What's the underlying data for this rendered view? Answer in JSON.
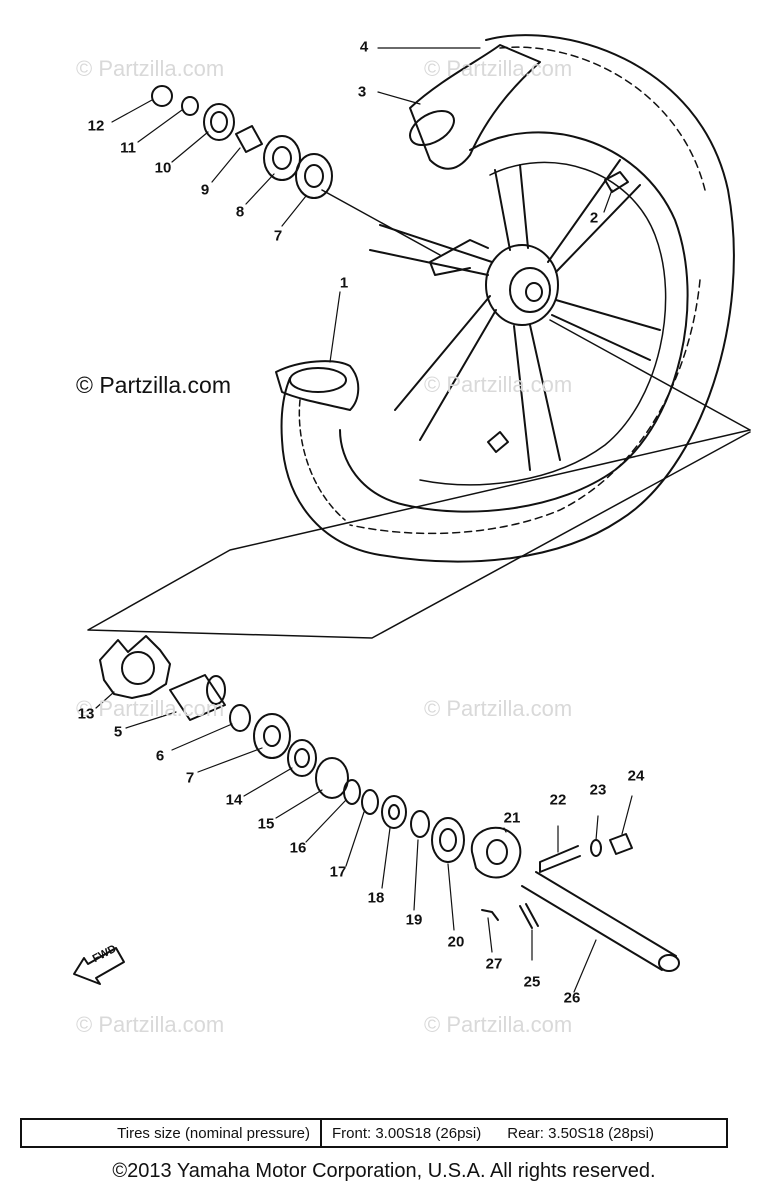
{
  "watermarks": {
    "text": "© Partzilla.com",
    "prominent": "© Partzilla.com"
  },
  "callouts": [
    {
      "id": "12",
      "label": "12"
    },
    {
      "id": "11",
      "label": "11"
    },
    {
      "id": "10",
      "label": "10"
    },
    {
      "id": "9",
      "label": "9"
    },
    {
      "id": "8a",
      "label": "8"
    },
    {
      "id": "7a",
      "label": "7"
    },
    {
      "id": "4",
      "label": "4"
    },
    {
      "id": "3",
      "label": "3"
    },
    {
      "id": "2",
      "label": "2"
    },
    {
      "id": "1",
      "label": "1"
    },
    {
      "id": "13",
      "label": "13"
    },
    {
      "id": "5",
      "label": "5"
    },
    {
      "id": "6",
      "label": "6"
    },
    {
      "id": "7b",
      "label": "7"
    },
    {
      "id": "14",
      "label": "14"
    },
    {
      "id": "15",
      "label": "15"
    },
    {
      "id": "16",
      "label": "16"
    },
    {
      "id": "17",
      "label": "17"
    },
    {
      "id": "18",
      "label": "18"
    },
    {
      "id": "19",
      "label": "19"
    },
    {
      "id": "20",
      "label": "20"
    },
    {
      "id": "21",
      "label": "21"
    },
    {
      "id": "22",
      "label": "22"
    },
    {
      "id": "23",
      "label": "23"
    },
    {
      "id": "24",
      "label": "24"
    },
    {
      "id": "25",
      "label": "25"
    },
    {
      "id": "26",
      "label": "26"
    },
    {
      "id": "27",
      "label": "27"
    }
  ],
  "fwd_label": "FWD",
  "tire_table": {
    "header": "Tires size (nominal pressure)",
    "front": "Front: 3.00S18 (26psi)",
    "rear": "Rear: 3.50S18 (28psi)"
  },
  "copyright": "©2013 Yamaha Motor Corporation, U.S.A. All rights reserved."
}
